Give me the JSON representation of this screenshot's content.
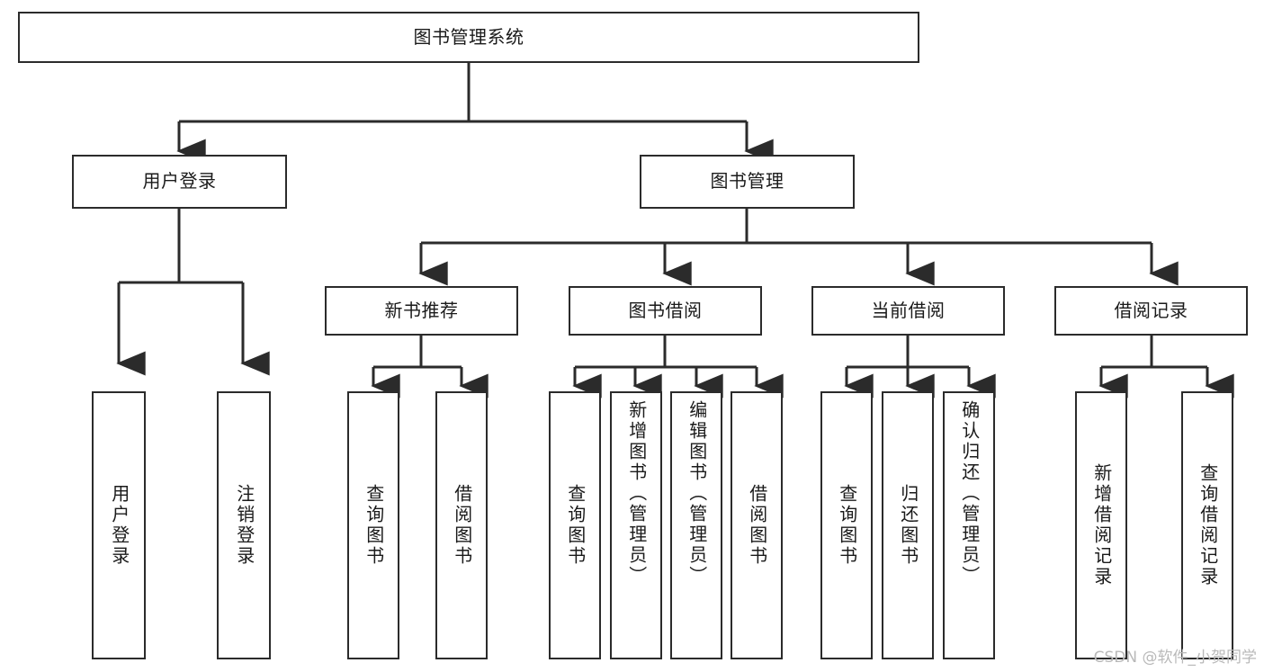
{
  "diagram": {
    "type": "tree-hierarchy",
    "title": "图书管理系统",
    "watermark": "CSDN @软件_小贺同学",
    "colors": {
      "box_border": "#2b2b2b",
      "box_fill": "#ffffff",
      "connector": "#2b2b2b",
      "text": "#1a1a1a",
      "watermark": "#b9b9b9",
      "background": "#ffffff"
    },
    "levels": {
      "root": {
        "label": "图书管理系统",
        "orientation": "horizontal"
      },
      "level1": [
        {
          "label": "用户登录",
          "orientation": "horizontal"
        },
        {
          "label": "图书管理",
          "orientation": "horizontal"
        }
      ],
      "level2": [
        {
          "label": "新书推荐",
          "orientation": "horizontal"
        },
        {
          "label": "图书借阅",
          "orientation": "horizontal"
        },
        {
          "label": "当前借阅",
          "orientation": "horizontal"
        },
        {
          "label": "借阅记录",
          "orientation": "horizontal"
        }
      ],
      "leaves": {
        "user_login": [
          {
            "label": "用户登录",
            "orientation": "vertical"
          },
          {
            "label": "注销登录",
            "orientation": "vertical"
          }
        ],
        "new_book_recommend": [
          {
            "label": "查询图书",
            "orientation": "vertical"
          },
          {
            "label": "借阅图书",
            "orientation": "vertical"
          }
        ],
        "book_borrow": [
          {
            "label": "查询图书",
            "orientation": "vertical"
          },
          {
            "label": "新增图书（管理员）",
            "orientation": "vertical"
          },
          {
            "label": "编辑图书（管理员）",
            "orientation": "vertical"
          },
          {
            "label": "借阅图书",
            "orientation": "vertical"
          }
        ],
        "current_borrow": [
          {
            "label": "查询图书",
            "orientation": "vertical"
          },
          {
            "label": "归还图书",
            "orientation": "vertical"
          },
          {
            "label": "确认归还（管理员）",
            "orientation": "vertical"
          }
        ],
        "borrow_record": [
          {
            "label": "新增借阅记录",
            "orientation": "vertical"
          },
          {
            "label": "查询借阅记录",
            "orientation": "vertical"
          }
        ]
      }
    }
  }
}
